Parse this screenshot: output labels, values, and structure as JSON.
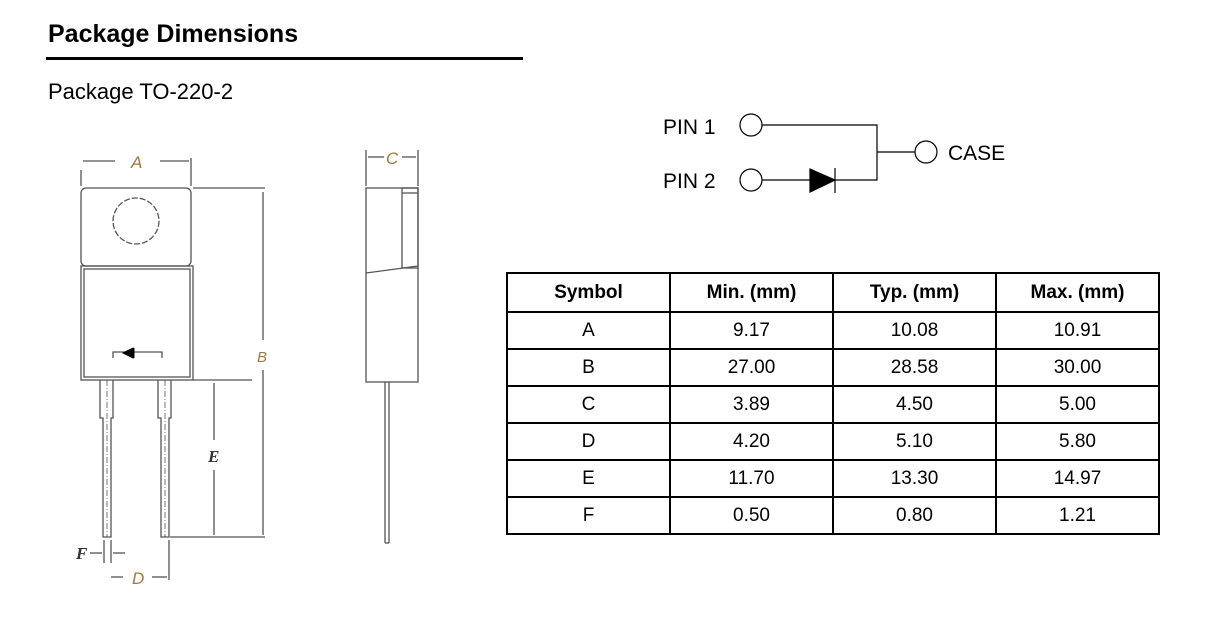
{
  "section_title": "Package Dimensions",
  "package_label": "Package TO-220-2",
  "drawing_labels": {
    "a": "A",
    "b": "B",
    "c": "C",
    "d": "D",
    "e": "E",
    "f": "F"
  },
  "schematic": {
    "pin1": "PIN 1",
    "pin2": "PIN 2",
    "case": "CASE"
  },
  "table": {
    "headers": [
      "Symbol",
      "Min. (mm)",
      "Typ. (mm)",
      "Max. (mm)"
    ],
    "rows": [
      [
        "A",
        "9.17",
        "10.08",
        "10.91"
      ],
      [
        "B",
        "27.00",
        "28.58",
        "30.00"
      ],
      [
        "C",
        "3.89",
        "4.50",
        "5.00"
      ],
      [
        "D",
        "4.20",
        "5.10",
        "5.80"
      ],
      [
        "E",
        "11.70",
        "13.30",
        "14.97"
      ],
      [
        "F",
        "0.50",
        "0.80",
        "1.21"
      ]
    ]
  },
  "colors": {
    "dim_label": "#a07840",
    "line": "#555555"
  }
}
